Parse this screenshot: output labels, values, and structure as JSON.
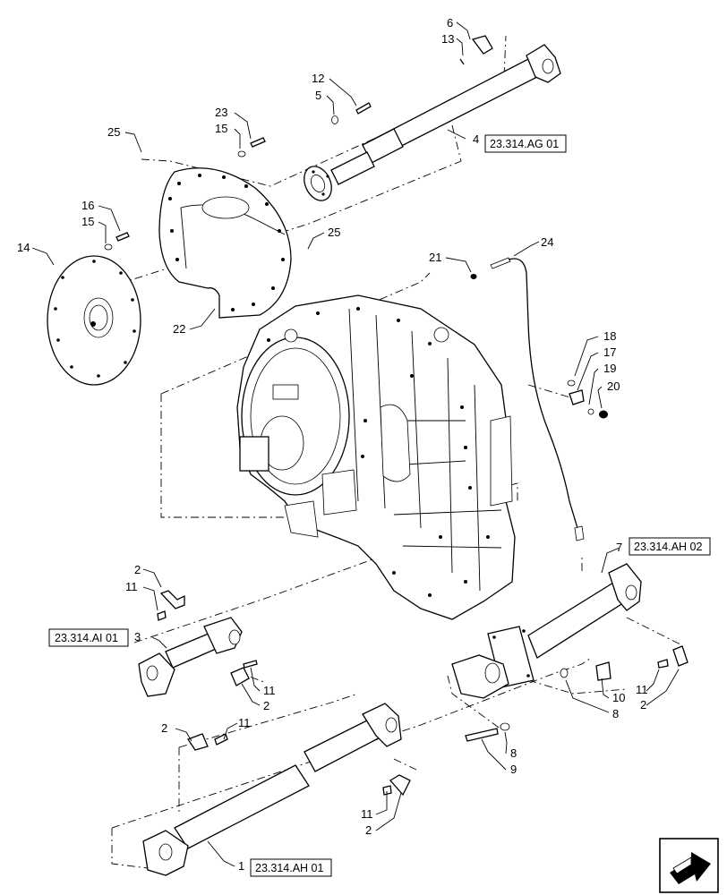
{
  "callouts": [
    {
      "label": "6"
    },
    {
      "label": "13"
    },
    {
      "label": "12"
    },
    {
      "label": "5"
    },
    {
      "label": "23"
    },
    {
      "label": "15"
    },
    {
      "label": "25"
    },
    {
      "label": "4"
    },
    {
      "label": "16"
    },
    {
      "label": "15"
    },
    {
      "label": "25"
    },
    {
      "label": "14"
    },
    {
      "label": "22"
    },
    {
      "label": "21"
    },
    {
      "label": "24"
    },
    {
      "label": "18"
    },
    {
      "label": "17"
    },
    {
      "label": "19"
    },
    {
      "label": "20"
    },
    {
      "label": "7"
    },
    {
      "label": "2"
    },
    {
      "label": "11"
    },
    {
      "label": "3"
    },
    {
      "label": "11"
    },
    {
      "label": "2"
    },
    {
      "label": "2"
    },
    {
      "label": "11"
    },
    {
      "label": "10"
    },
    {
      "label": "8"
    },
    {
      "label": "11"
    },
    {
      "label": "2"
    },
    {
      "label": "8"
    },
    {
      "label": "9"
    },
    {
      "label": "11"
    },
    {
      "label": "2"
    },
    {
      "label": "1"
    }
  ],
  "references": [
    {
      "label": "23.314.AG 01"
    },
    {
      "label": "23.314.AH 02"
    },
    {
      "label": "23.314.AI 01"
    },
    {
      "label": "23.314.AH 01"
    }
  ],
  "nav": {
    "icon": "next-page-arrow-icon"
  }
}
